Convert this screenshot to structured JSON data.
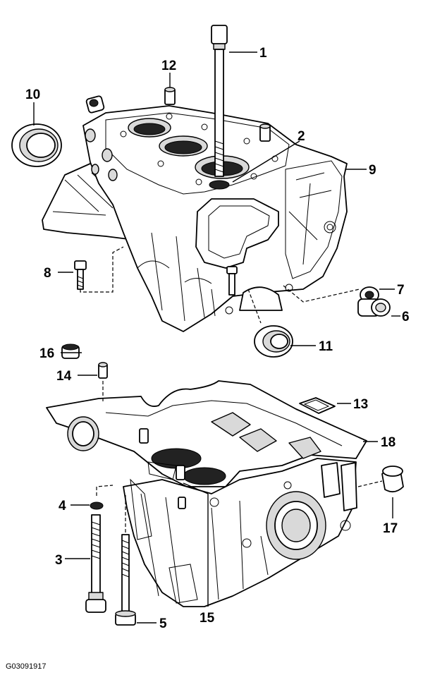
{
  "figure_id": "G03091917",
  "callouts": {
    "c1": "1",
    "c2": "2",
    "c3": "3",
    "c4": "4",
    "c5": "5",
    "c6": "6",
    "c7": "7",
    "c8": "8",
    "c9": "9",
    "c10": "10",
    "c11": "11",
    "c12": "12",
    "c13": "13",
    "c14": "14",
    "c15": "15",
    "c16": "16",
    "c17": "17",
    "c18": "18"
  }
}
